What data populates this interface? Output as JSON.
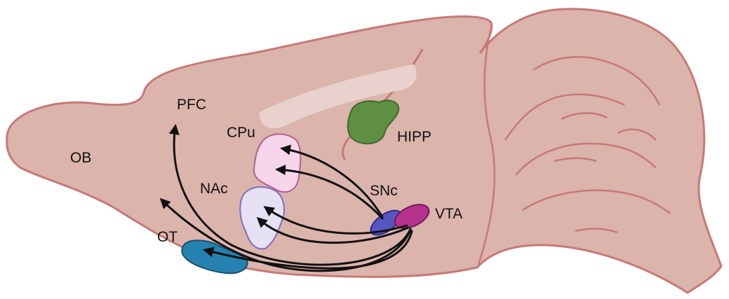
{
  "diagram": {
    "regions": {
      "ob": "OB",
      "pfc": "PFC",
      "cpu": "CPu",
      "nac": "NAc",
      "ot": "OT",
      "hipp": "HIPP",
      "snc": "SNc",
      "vta": "VTA"
    },
    "colors": {
      "brain_fill": "#dbb4ac",
      "brain_outline": "#c77976",
      "white_matter": "#e9d2ce",
      "cpu_fill": "#f7d5ea",
      "cpu_outline": "#b2608f",
      "nac_fill": "#e5e1f2",
      "nac_outline": "#7e6fb8",
      "ot_fill": "#2582b0",
      "ot_outline": "#17506b",
      "hipp_fill": "#5e8f43",
      "hipp_outline": "#3f6a2d",
      "snc_fill": "#5656c3",
      "snc_outline": "#2b2b82",
      "vta_fill": "#b5338d",
      "vta_outline": "#6e1955",
      "arrow": "#111111"
    }
  }
}
